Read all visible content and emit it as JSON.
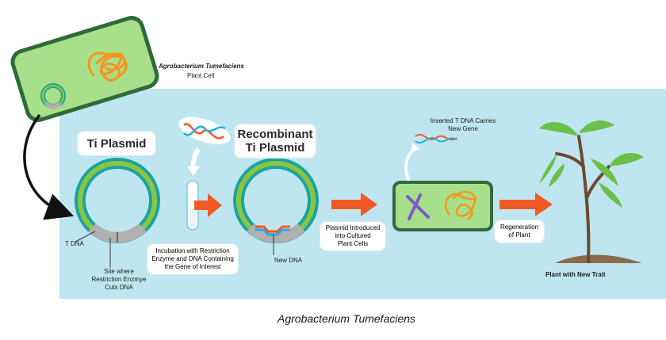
{
  "labels": {
    "cell_title": "Agrobacterium Tumefaciens",
    "cell_subtitle": "Plant Cell",
    "ti_plasmid": "Ti Plasmid",
    "recombinant_line1": "Recombinant",
    "recombinant_line2": "Ti Plasmid",
    "t_dna": "T DNA",
    "site_line1": "Site where",
    "site_line2": "Restriction Enzmye",
    "site_line3": "Cuts DNA",
    "incubation_line1": "Incubation with Restriction",
    "incubation_line2": "Enzyme and DNA Containing",
    "incubation_line3": "the Gene of Interest",
    "new_dna": "New DNA",
    "introduced_line1": "Plasmid Introduced",
    "introduced_line2": "into Cultured",
    "introduced_line3": "Plant Cells",
    "inserted_line1": "Inserted T DNA Carries",
    "inserted_line2": "New Gene",
    "regeneration_line1": "Regeneration",
    "regeneration_line2": "of Plant",
    "plant_trait": "Plant with New Trait",
    "caption": "Agrobacterium Tumefaciens"
  },
  "colors": {
    "panel": "#bfe6f0",
    "cell_fill": "#a8df8a",
    "cell_border": "#2e6b3a",
    "plasmid_outer": "#1aa3a3",
    "plasmid_inner": "#8cc63f",
    "tdna_grey": "#b0b0b0",
    "arrow_orange": "#f15a24",
    "dna_orange": "#f7941d",
    "purple": "#7b5cc6",
    "leaf_green": "#6cc04a",
    "new_dna_blue": "#29abe2"
  },
  "icons": [
    "bacterium-cell-icon",
    "plasmid-ring-icon",
    "dna-helix-icon",
    "test-tube-icon",
    "process-arrow-icon",
    "plant-icon"
  ]
}
